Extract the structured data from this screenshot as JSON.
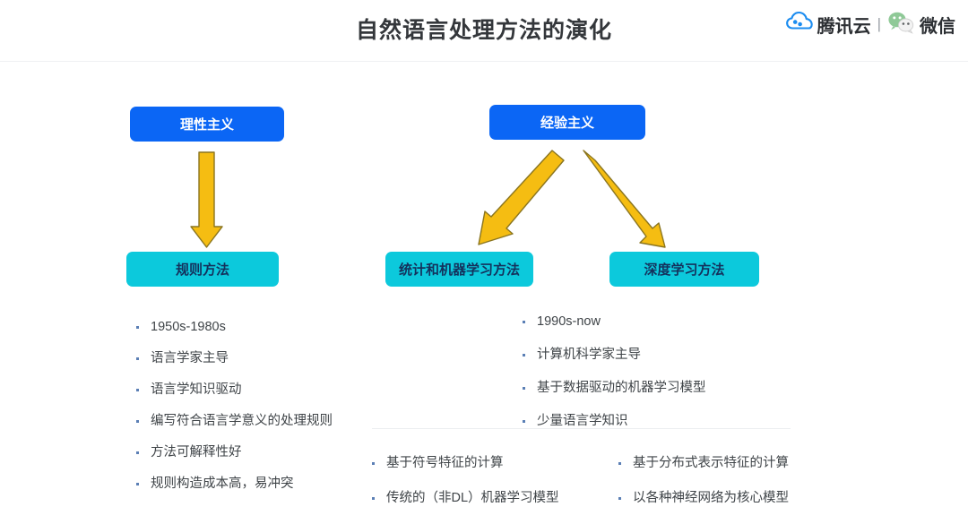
{
  "header": {
    "title": "自然语言处理方法的演化",
    "brand": {
      "cloud_icon": "tencent-cloud-icon",
      "cloud_label": "腾讯云",
      "separator": "|",
      "wechat_icon": "wechat-icon",
      "wechat_label": "微信"
    }
  },
  "colors": {
    "blue_box": "#0b66f5",
    "cyan_box": "#0cc9dc",
    "arrow_fill": "#f5bd12",
    "arrow_stroke": "#8a7520",
    "title_text": "#34373b",
    "bullet_dot": "#5b7fb5",
    "body_text": "#3f4448",
    "cyan_box_text": "#14315c",
    "divider": "#f0f1f3"
  },
  "diagram": {
    "nodes": [
      {
        "id": "rationalism",
        "label": "理性主义",
        "style": "blue"
      },
      {
        "id": "empiricism",
        "label": "经验主义",
        "style": "blue"
      },
      {
        "id": "rule",
        "label": "规则方法",
        "style": "cyan"
      },
      {
        "id": "statistical",
        "label": "统计和机器学习方法",
        "style": "cyan"
      },
      {
        "id": "deep",
        "label": "深度学习方法",
        "style": "cyan"
      }
    ],
    "arrows": [
      {
        "from": "rationalism",
        "to": "rule",
        "direction": "down"
      },
      {
        "from": "empiricism",
        "to": "statistical",
        "direction": "down-left"
      },
      {
        "from": "empiricism",
        "to": "deep",
        "direction": "down-right"
      }
    ]
  },
  "lists": {
    "rule_method": [
      "1950s-1980s",
      "语言学家主导",
      "语言学知识驱动",
      "编写符合语言学意义的处理规则",
      "方法可解释性好",
      "规则构造成本高，易冲突"
    ],
    "empirical": [
      "1990s-now",
      "计算机科学家主导",
      "基于数据驱动的机器学习模型",
      "少量语言学知识"
    ],
    "statistical_method": [
      "基于符号特征的计算",
      "传统的（非DL）机器学习模型"
    ],
    "deep_method": [
      "基于分布式表示特征的计算",
      "以各种神经网络为核心模型"
    ]
  }
}
